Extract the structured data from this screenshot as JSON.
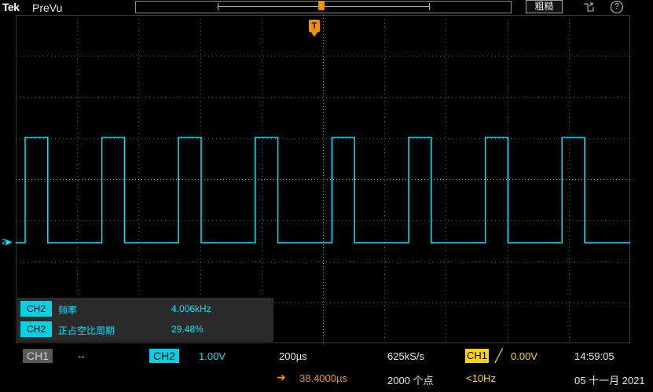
{
  "topbar": {
    "brand": "Tek",
    "mode": "PreVu",
    "coarse_label": "粗糙",
    "help_symbol": "?",
    "trigger_position_symbol": "T"
  },
  "trigger_marker": {
    "label": "T"
  },
  "channel_marker": {
    "label": "2"
  },
  "measurements": [
    {
      "channel": "CH2",
      "name": "频率",
      "value": "4.006kHz"
    },
    {
      "channel": "CH2",
      "name": "正占空比周期",
      "value": "29.48%"
    }
  ],
  "status": {
    "ch1_label": "CH1",
    "ch1_value": "--",
    "ch2_label": "CH2",
    "ch2_scale": "1.00V",
    "timebase": "200µs",
    "sample_rate": "625kS/s",
    "trigger_source": "CH1",
    "trigger_slope_symbol": "╱",
    "trigger_level": "0.00V",
    "time": "14:59:05",
    "position": "38.4000µs",
    "record_length": "2000 个点",
    "frequency": "<10Hz",
    "date": "05 十一月 2021"
  },
  "colors": {
    "waveform": "#00e5ff",
    "trigger": "#f39200",
    "ch2_tag": "#00d2e6",
    "trigger_source_tag": "#ffd400"
  },
  "icons": [
    "camera-icon",
    "help-icon",
    "trigger-marker-icon",
    "channel-2-ground-icon",
    "trigger-position-arrow-icon"
  ]
}
